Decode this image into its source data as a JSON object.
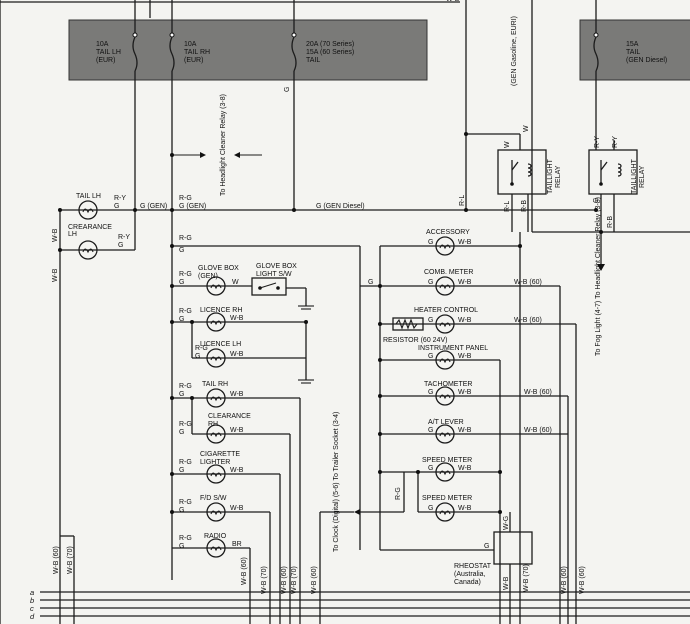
{
  "fuse_box_left": {
    "fuses": [
      {
        "lines": [
          "10A",
          "TAIL LH",
          "(EUR)"
        ]
      },
      {
        "lines": [
          "10A",
          "TAIL RH",
          "(EUR)"
        ]
      },
      {
        "lines": [
          "20A (70 Series)",
          "15A (60 Series)",
          "TAIL"
        ]
      }
    ]
  },
  "fuse_box_right": {
    "fuses": [
      {
        "lines": [
          "15A",
          "TAIL",
          "(GEN Diesel)"
        ]
      }
    ]
  },
  "wire_labels": {
    "wb": "W-B",
    "ry": "R-Y",
    "g": "G",
    "g_gen": "G (GEN)",
    "rg": "R-G",
    "rl": "R-L",
    "rb": "R-B",
    "w": "W",
    "br": "BR",
    "wg": "W-G",
    "g_gen_diesel": "G   (GEN Diesel)",
    "gen_gasoline": "(GEN Gasoline, EURI)",
    "wb60": "W-B (60)",
    "wb70": "W-B (70)"
  },
  "notes": {
    "headlight_relay": "To Headlight Cleaner Relay (3-8)",
    "fog_light": "To Fog Light (4-7) To Headlight Cleaner Relay (3-8)",
    "clock": "To Clock (Digital) (5-6) To Trailer Socket (3-4)"
  },
  "relays": [
    {
      "label": [
        "TAILLIGHT",
        "RELAY"
      ]
    },
    {
      "label": [
        "TAILLIGHT",
        "RELAY"
      ]
    }
  ],
  "left_lamps": [
    {
      "name": "TAIL LH"
    },
    {
      "name": "CREARANCE LH",
      "lines": [
        "CREARANCE",
        "LH"
      ]
    }
  ],
  "middle_components": {
    "glove_box": [
      "GLOVE BOX",
      "(GEN)"
    ],
    "glove_box_sw": [
      "GLOVE BOX",
      "LIGHT S/W"
    ],
    "licence_rh": "LICENCE RH",
    "licence_lh": "LICENCE LH",
    "tail_rh": "TAIL RH",
    "clearance_rh": [
      "CLEARANCE",
      "RH"
    ],
    "cigarette_lighter": [
      "CIGARETTE",
      "LIGHTER"
    ],
    "fd_sw": "F/D S/W",
    "radio": "RADIO"
  },
  "right_components": {
    "accessory": "ACCESSORY",
    "comb_meter": "COMB. METER",
    "heater_control": "HEATER CONTROL",
    "resistor": "RESISTOR (60 24V)",
    "instrument_panel": "INSTRUMENT PANEL",
    "tachometer": "TACHOMETER",
    "at_lever": "A/T LEVER",
    "speed_meter_1": "SPEED METER",
    "speed_meter_2": "SPEED METER",
    "rheostat": [
      "RHEOSTAT",
      "(Australia,",
      "Canada)"
    ]
  },
  "bus_labels": [
    "a",
    "b",
    "c",
    "d"
  ]
}
